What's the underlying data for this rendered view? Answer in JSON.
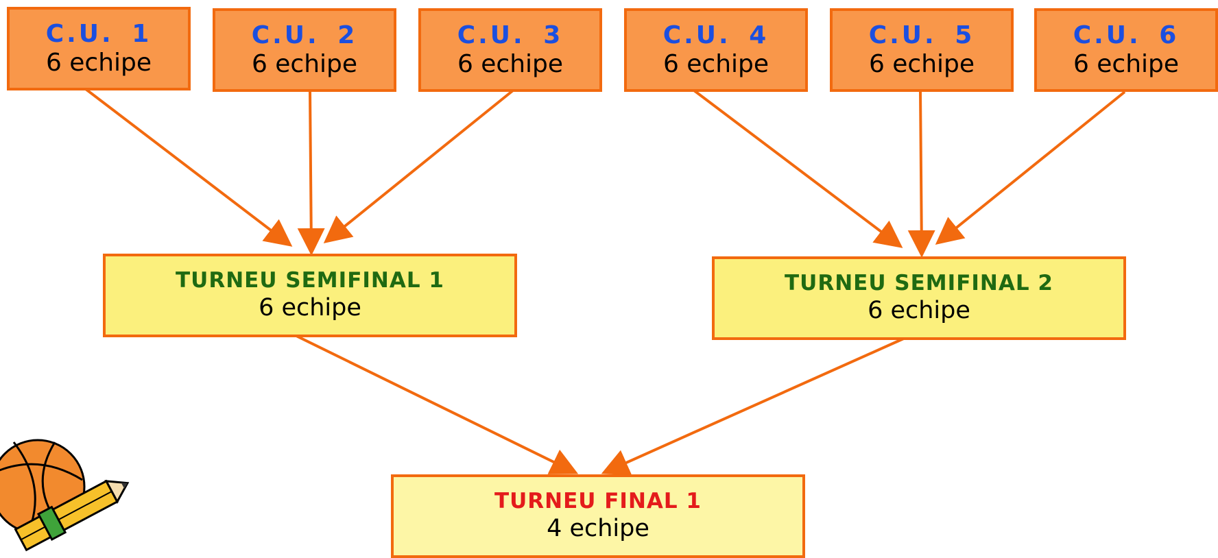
{
  "colors": {
    "arrow": "#f26a0f",
    "box_border": "#f26a0f",
    "cu_fill": "#f9974a",
    "semi_fill": "#fbf07d",
    "final_fill": "#fdf6a6",
    "cu_title": "#1b4fe0",
    "semi_title": "#1f6a12",
    "final_title": "#e41b1b"
  },
  "cu_boxes": [
    {
      "title": "C.U. 1",
      "sub": "6 echipe"
    },
    {
      "title": "C.U. 2",
      "sub": "6 echipe"
    },
    {
      "title": "C.U. 3",
      "sub": "6 echipe"
    },
    {
      "title": "C.U. 4",
      "sub": "6 echipe"
    },
    {
      "title": "C.U. 5",
      "sub": "6 echipe"
    },
    {
      "title": "C.U. 6",
      "sub": "6 echipe"
    }
  ],
  "semifinals": [
    {
      "title": "TURNEU SEMIFINAL 1",
      "sub": "6 echipe"
    },
    {
      "title": "TURNEU SEMIFINAL 2",
      "sub": "6 echipe"
    }
  ],
  "final": {
    "title": "TURNEU FINAL 1",
    "sub": "4 echipe"
  },
  "clipart": "basketball-pencil-clipart"
}
